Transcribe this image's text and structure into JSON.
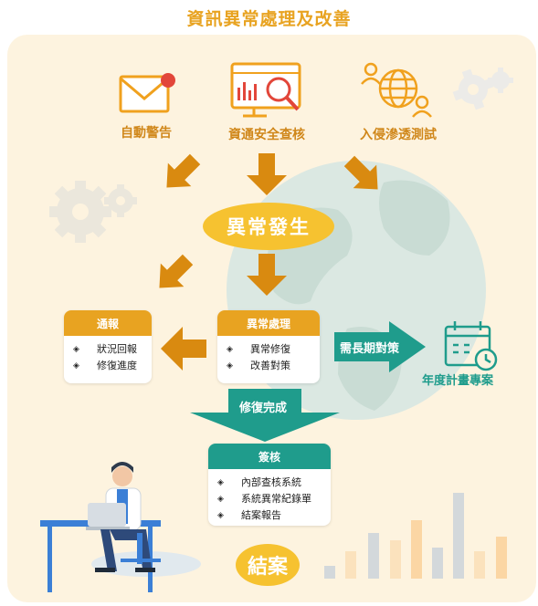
{
  "title": "資訊異常處理及改善",
  "sources": [
    {
      "label": "自動警告",
      "icon": "mail-alert-icon"
    },
    {
      "label": "資通安全查核",
      "icon": "audit-chart-icon"
    },
    {
      "label": "入侵滲透測試",
      "icon": "global-network-icon"
    }
  ],
  "incident": "異常發生",
  "notify": {
    "title": "通報",
    "items": [
      "狀況回報",
      "修復進度"
    ]
  },
  "handling": {
    "title": "異常處理",
    "items": [
      "異常修復",
      "改善對策"
    ]
  },
  "long_term": {
    "arrow_label": "需長期對策",
    "plan_label": "年度計畫專案"
  },
  "repair_done": "修復完成",
  "approval": {
    "title": "簽核",
    "items": [
      "內部查核系統",
      "系統異常紀錄單",
      "結案報告"
    ]
  },
  "closure": "結案",
  "bullet_symbol": "◈",
  "colors": {
    "orange": "#e8a321",
    "dark_orange": "#d0871a",
    "yellow": "#f6c230",
    "teal": "#1f9c8c",
    "panel": "#fdf3df"
  }
}
